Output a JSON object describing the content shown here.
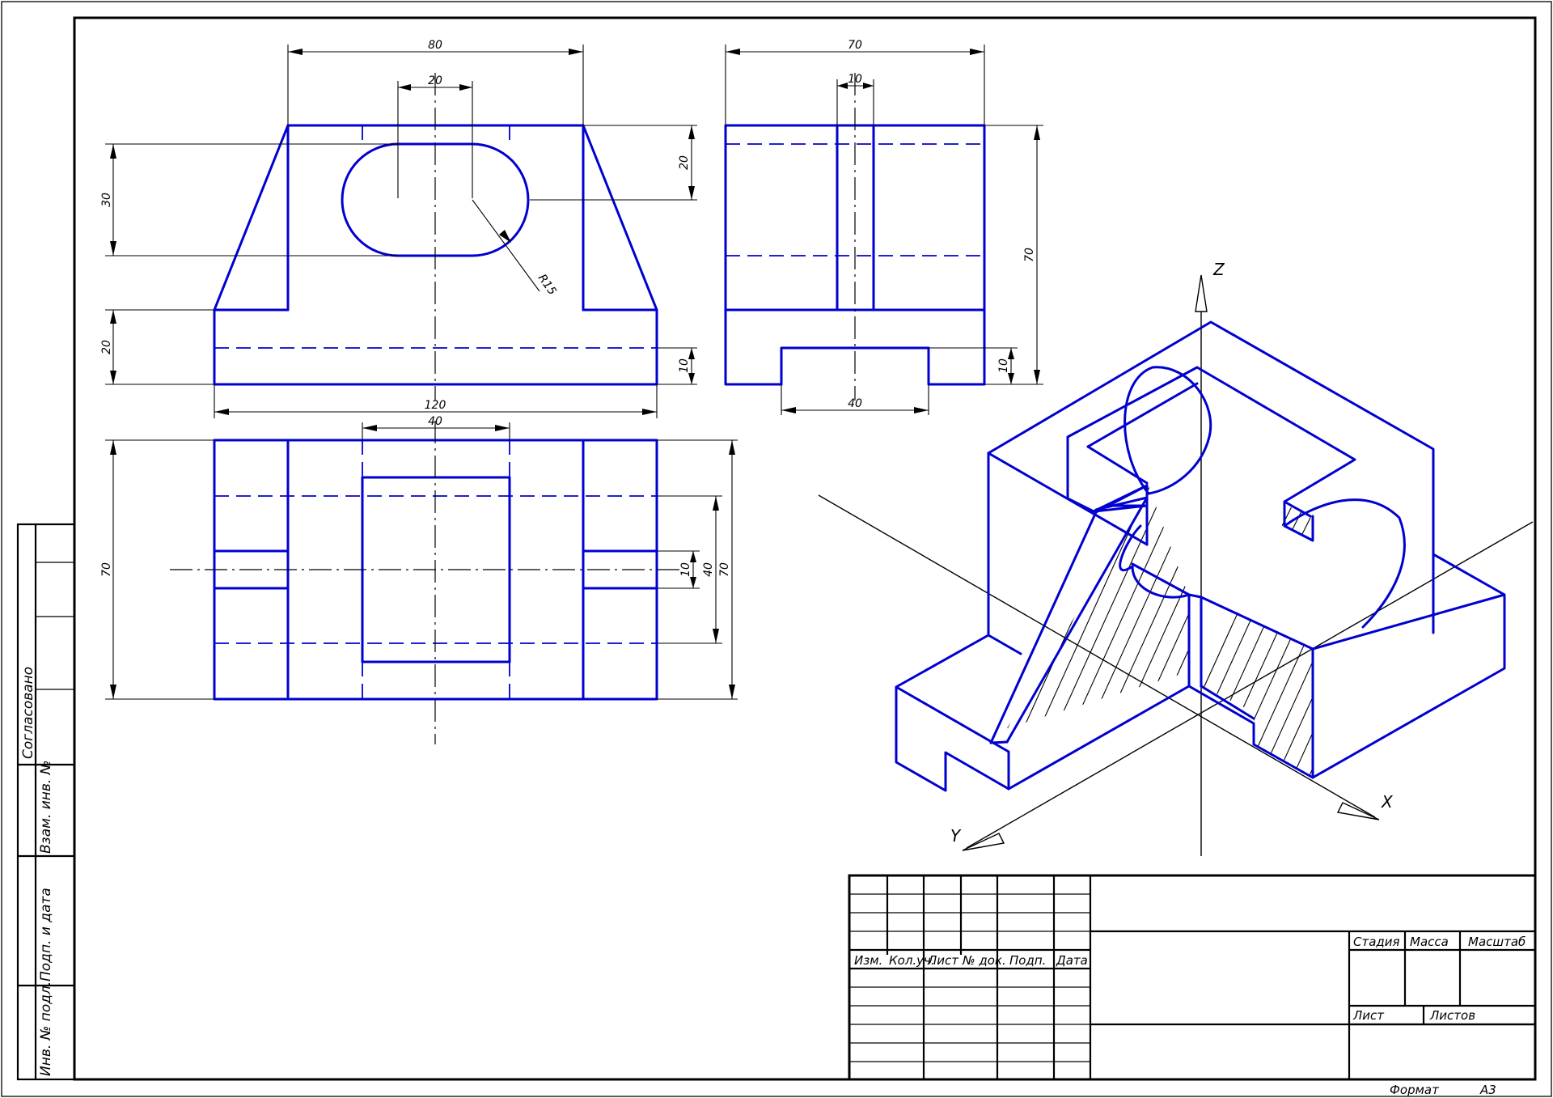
{
  "dimensions": {
    "front_total_width": "80",
    "front_slot_width": "20",
    "front_slot_height": "30",
    "front_slot_radius": "R15",
    "front_base_height": "20",
    "front_slot_depth": "20",
    "front_groove_depth": "10",
    "front_base_width": "120",
    "side_width": "70",
    "side_rib_width": "10",
    "side_height": "70",
    "side_groove_depth": "10",
    "side_groove_width": "40",
    "top_pocket_width": "40",
    "top_depth": "70",
    "top_rib": "10",
    "top_pocket_depth": "40",
    "top_total_depth": "70"
  },
  "axes": {
    "x": "X",
    "y": "Y",
    "z": "Z"
  },
  "side_stamp": {
    "soglasovano": "Согласовано",
    "vzam_inv": "Взам. инв. №",
    "podp_data": "Подп. и дата",
    "inv_podl": "Инв. № подл."
  },
  "title_block": {
    "col_izm": "Изм.",
    "col_kol": "Кол.уч.",
    "col_list": "Лист",
    "col_ndok": "№ док.",
    "col_podp": "Подп.",
    "col_data": "Дата",
    "stadiya": "Стадия",
    "massa": "Масса",
    "masshtab": "Масштаб",
    "list": "Лист",
    "listov": "Листов"
  },
  "format": {
    "label": "Формат",
    "value": "А3"
  }
}
